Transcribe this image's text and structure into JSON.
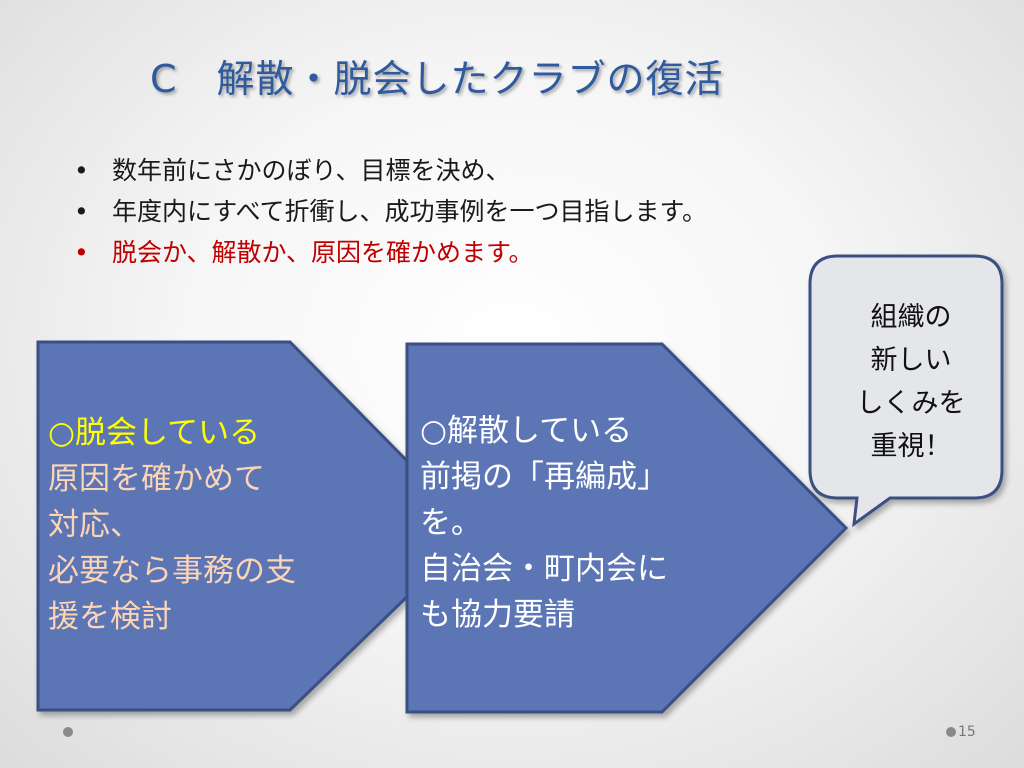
{
  "title": "C　解散・脱会したクラブの復活",
  "bullets": [
    {
      "marker": "•",
      "text": "数年前にさかのぼり、目標を決め、"
    },
    {
      "marker": "•",
      "text": "年度内にすべて折衝し、成功事例を一つ目指します。"
    },
    {
      "marker": "•",
      "text": "脱会か、解散か、原因を確かめます。"
    }
  ],
  "box1": {
    "heading": "○脱会している",
    "lines": [
      "原因を確かめて",
      "対応、",
      "必要なら事務の支",
      "援を検討"
    ]
  },
  "box2": {
    "heading": "○解散している",
    "lines": [
      "前掲の「再編成」",
      "を。",
      "自治会・町内会に",
      "も協力要請"
    ]
  },
  "callout": {
    "lines": [
      "組織の",
      "新しい",
      "しくみを",
      "重視！"
    ]
  },
  "page_number": "15",
  "colors": {
    "title": "#2f5a9e",
    "box_fill": "#5b75b5",
    "box_border": "#3b4f85",
    "callout_fill": "#e4e6ea",
    "callout_border": "#3b4f85",
    "highlight_yellow": "#ffff00",
    "text_peach": "#fbd5b5",
    "bullet_red": "#c00000"
  }
}
